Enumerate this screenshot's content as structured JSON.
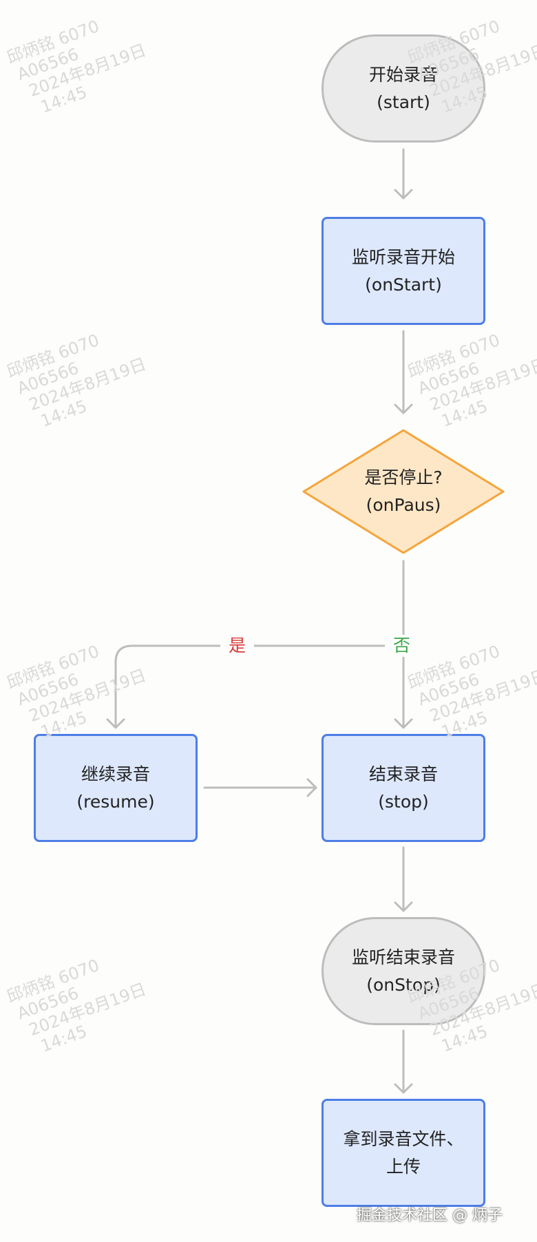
{
  "nodes": {
    "start": {
      "line1": "开始录音",
      "line2": "(start)"
    },
    "on_start": {
      "line1": "监听录音开始",
      "line2": "(onStart)"
    },
    "decision": {
      "line1": "是否停止?",
      "line2": "(onPaus)"
    },
    "resume": {
      "line1": "继续录音",
      "line2": "(resume)"
    },
    "stop": {
      "line1": "结束录音",
      "line2": "(stop)"
    },
    "on_stop": {
      "line1": "监听结束录音",
      "line2": "(onStop)"
    },
    "upload": {
      "line1": "拿到录音文件、",
      "line2": "上传"
    }
  },
  "edge_labels": {
    "yes": "是",
    "no": "否"
  },
  "watermark": {
    "line1": "邱炳铭 6070",
    "line2": "A06566",
    "line3": "2024年8月19日",
    "line4": "14:45"
  },
  "credit": "掘金技术社区 @ 炳子",
  "colors": {
    "terminal_fill": "#ebebeb",
    "terminal_border": "#bcbcbc",
    "process_fill": "#dde8fd",
    "process_border": "#4d7de6",
    "decision_fill": "#fde7c6",
    "decision_border": "#f5a43a",
    "connector": "#bdbdbd",
    "yes_label": "#d93a3a",
    "no_label": "#3aa64a"
  }
}
